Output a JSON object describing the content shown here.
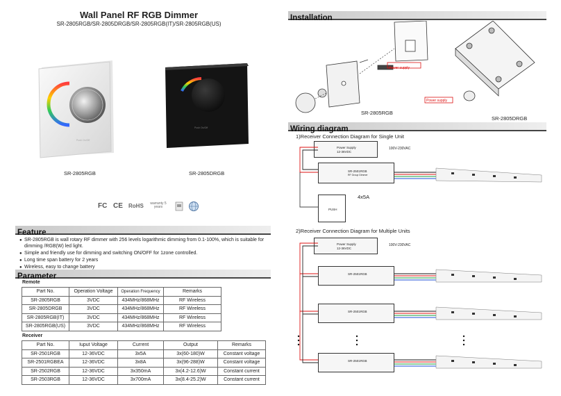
{
  "header": {
    "title": "Wall Panel RF RGB Dimmer",
    "models": "SR-2805RGB/SR-2805DRGB/SR-2805RGB(IT)/SR-2805RGB(US)"
  },
  "products": [
    "SR-2805RGB",
    "SR-2805DRGB"
  ],
  "certifications": [
    "FC",
    "CE",
    "RoHS",
    "warranty 5 years"
  ],
  "feature": {
    "heading": "Feature",
    "items": [
      "SR-2805RGB is wall rotary RF dimmer with 256 levels logarithmic dimming from 0.1-100%, which is suitable for dimming /RGB(W) led light.",
      "Simple and friendly use for dimming and switching ON/OFF for 1zone controlled.",
      "Long time span battery for 2 years",
      "Wireless, easy to change battery"
    ]
  },
  "parameter": {
    "heading": "Parameter",
    "remote": {
      "label": "Remote",
      "columns": [
        "Part No.",
        "Operation Voltage",
        "Operation Frequency",
        "Remarks"
      ],
      "rows": [
        [
          "SR-2805RGB",
          "3VDC",
          "434MHz/868MHz",
          "RF Wireless"
        ],
        [
          "SR-2805DRGB",
          "3VDC",
          "434MHz/868MHz",
          "RF Wireless"
        ],
        [
          "SR-2805RGB(IT)",
          "3VDC",
          "434MHz/868MHz",
          "RF Wireless"
        ],
        [
          "SR-2805RGB(US)",
          "3VDC",
          "434MHz/868MHz",
          "RF Wireless"
        ]
      ]
    },
    "receiver": {
      "label": "Receiver",
      "columns": [
        "Part No.",
        "Iuput Voltage",
        "Current",
        "Output",
        "Remarks"
      ],
      "rows": [
        [
          "SR-2501RGB",
          "12-36VDC",
          "3x5A",
          "3x(60-180)W",
          "Constant voltage"
        ],
        [
          "SR-2501RGBEA",
          "12-36VDC",
          "3x8A",
          "3x(96-288)W",
          "Constant voltage"
        ],
        [
          "SR-2502RGB",
          "12-36VDC",
          "3x350mA",
          "3x(4.2-12.6)W",
          "Constant current"
        ],
        [
          "SR-2503RGB",
          "12-36VDC",
          "3x700mA",
          "3x(8.4-25.2)W",
          "Constant current"
        ]
      ]
    }
  },
  "installation": {
    "heading": "Installation",
    "labels": [
      "SR-2805RGB",
      "SR-2805DRGB"
    ],
    "power_supply": "Power supply"
  },
  "wiring": {
    "heading": "Wiring diagram",
    "diagram1": "1)Receiver Connection Diagram for Single Unit",
    "diagram2": "2)Receiver Connection Diagram for Multiple Units",
    "psu_label": "Power Supply",
    "psu_voltage": "12-36VDC",
    "ac_label": "100V-230VAC",
    "receiver_label": "SR-2501RGB",
    "receiver_sub": "RF Group Dimmer",
    "push_label": "PUSH",
    "battery": "4x5A"
  }
}
